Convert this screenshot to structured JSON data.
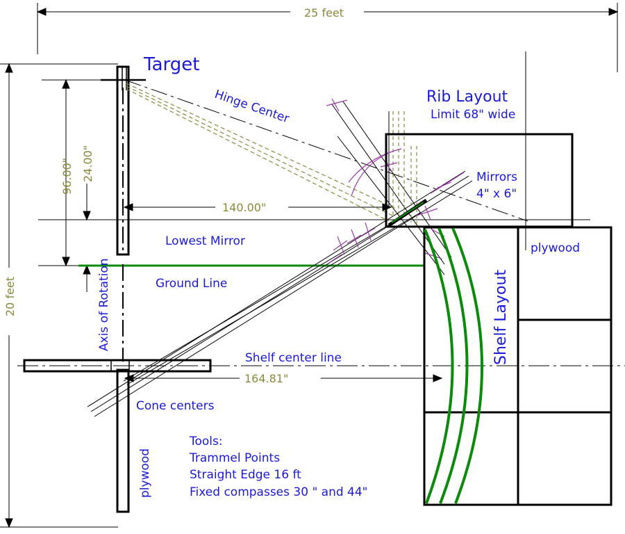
{
  "labels": {
    "target": "Target",
    "rib_layout": "Rib Layout",
    "limit": "Limit 68\" wide",
    "hinge_center": "Hinge Center",
    "mirrors_line1": "Mirrors",
    "mirrors_line2": "4\" x 6\"",
    "plywood_top": "plywood",
    "lowest_mirror": "Lowest Mirror",
    "ground_line": "Ground Line",
    "axis_of_rotation": "Axis of Rotation",
    "shelf_layout": "Shelf Layout",
    "shelf_center_line": "Shelf center line",
    "cone_centers": "Cone centers",
    "plywood_bottom": "plywood",
    "tools": [
      "Tools:",
      "Trammel Points",
      "Straight Edge 16 ft",
      "Fixed compasses 30 \" and 44\""
    ]
  },
  "dimensions": {
    "width": "25 feet",
    "height": "20 feet",
    "d96": "96.00\"",
    "d24": "24.00\"",
    "d140": "140.00\"",
    "d164": "164.81\""
  },
  "colors": {
    "label_blue": "#1a1ad6",
    "dimension_olive": "#8a8a3c",
    "ground_green": "#0c8a0c",
    "compass_purple": "#9a3aa8",
    "line_black": "#000000"
  }
}
